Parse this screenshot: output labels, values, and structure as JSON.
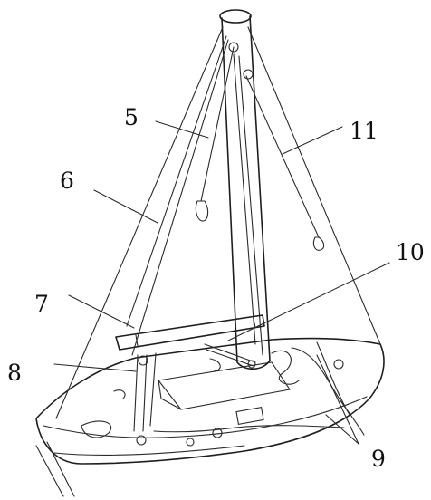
{
  "diagram": {
    "callouts": [
      {
        "id": "label-5",
        "text": "5"
      },
      {
        "id": "label-6",
        "text": "6"
      },
      {
        "id": "label-7",
        "text": "7"
      },
      {
        "id": "label-8",
        "text": "8"
      },
      {
        "id": "label-9",
        "text": "9"
      },
      {
        "id": "label-10",
        "text": "10"
      },
      {
        "id": "label-11",
        "text": "11"
      }
    ]
  },
  "colors": {
    "ink": "#1e1e1e",
    "paper": "#ffffff"
  }
}
